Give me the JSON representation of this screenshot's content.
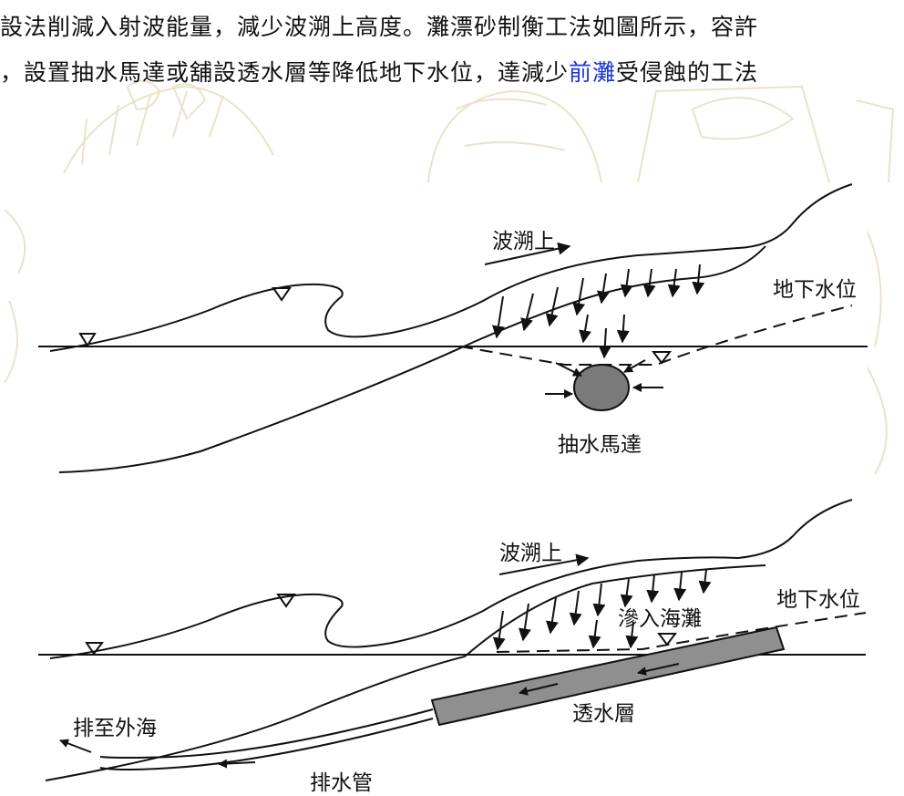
{
  "intro": {
    "line1": "設法削減入射波能量，減少波溯上高度。灘漂砂制衡工法如圖所示，容許",
    "line2_before": "，設置抽水馬達或舖設透水層等降低地下水位，達減少",
    "line2_link": "前灘",
    "line2_after": "受侵蝕的工法"
  },
  "diagram_top": {
    "wave_runup": "波溯上",
    "groundwater": "地下水位",
    "pump": "抽水馬達"
  },
  "diagram_bottom": {
    "wave_runup": "波溯上",
    "groundwater": "地下水位",
    "infiltrate": "滲入海灘",
    "permeable_layer": "透水層",
    "to_sea": "排至外海",
    "drain_pipe": "排水管"
  },
  "colors": {
    "link": "#1a35d6",
    "pump_fill": "#7a7a7a",
    "layer_fill": "#8f8f8f"
  }
}
